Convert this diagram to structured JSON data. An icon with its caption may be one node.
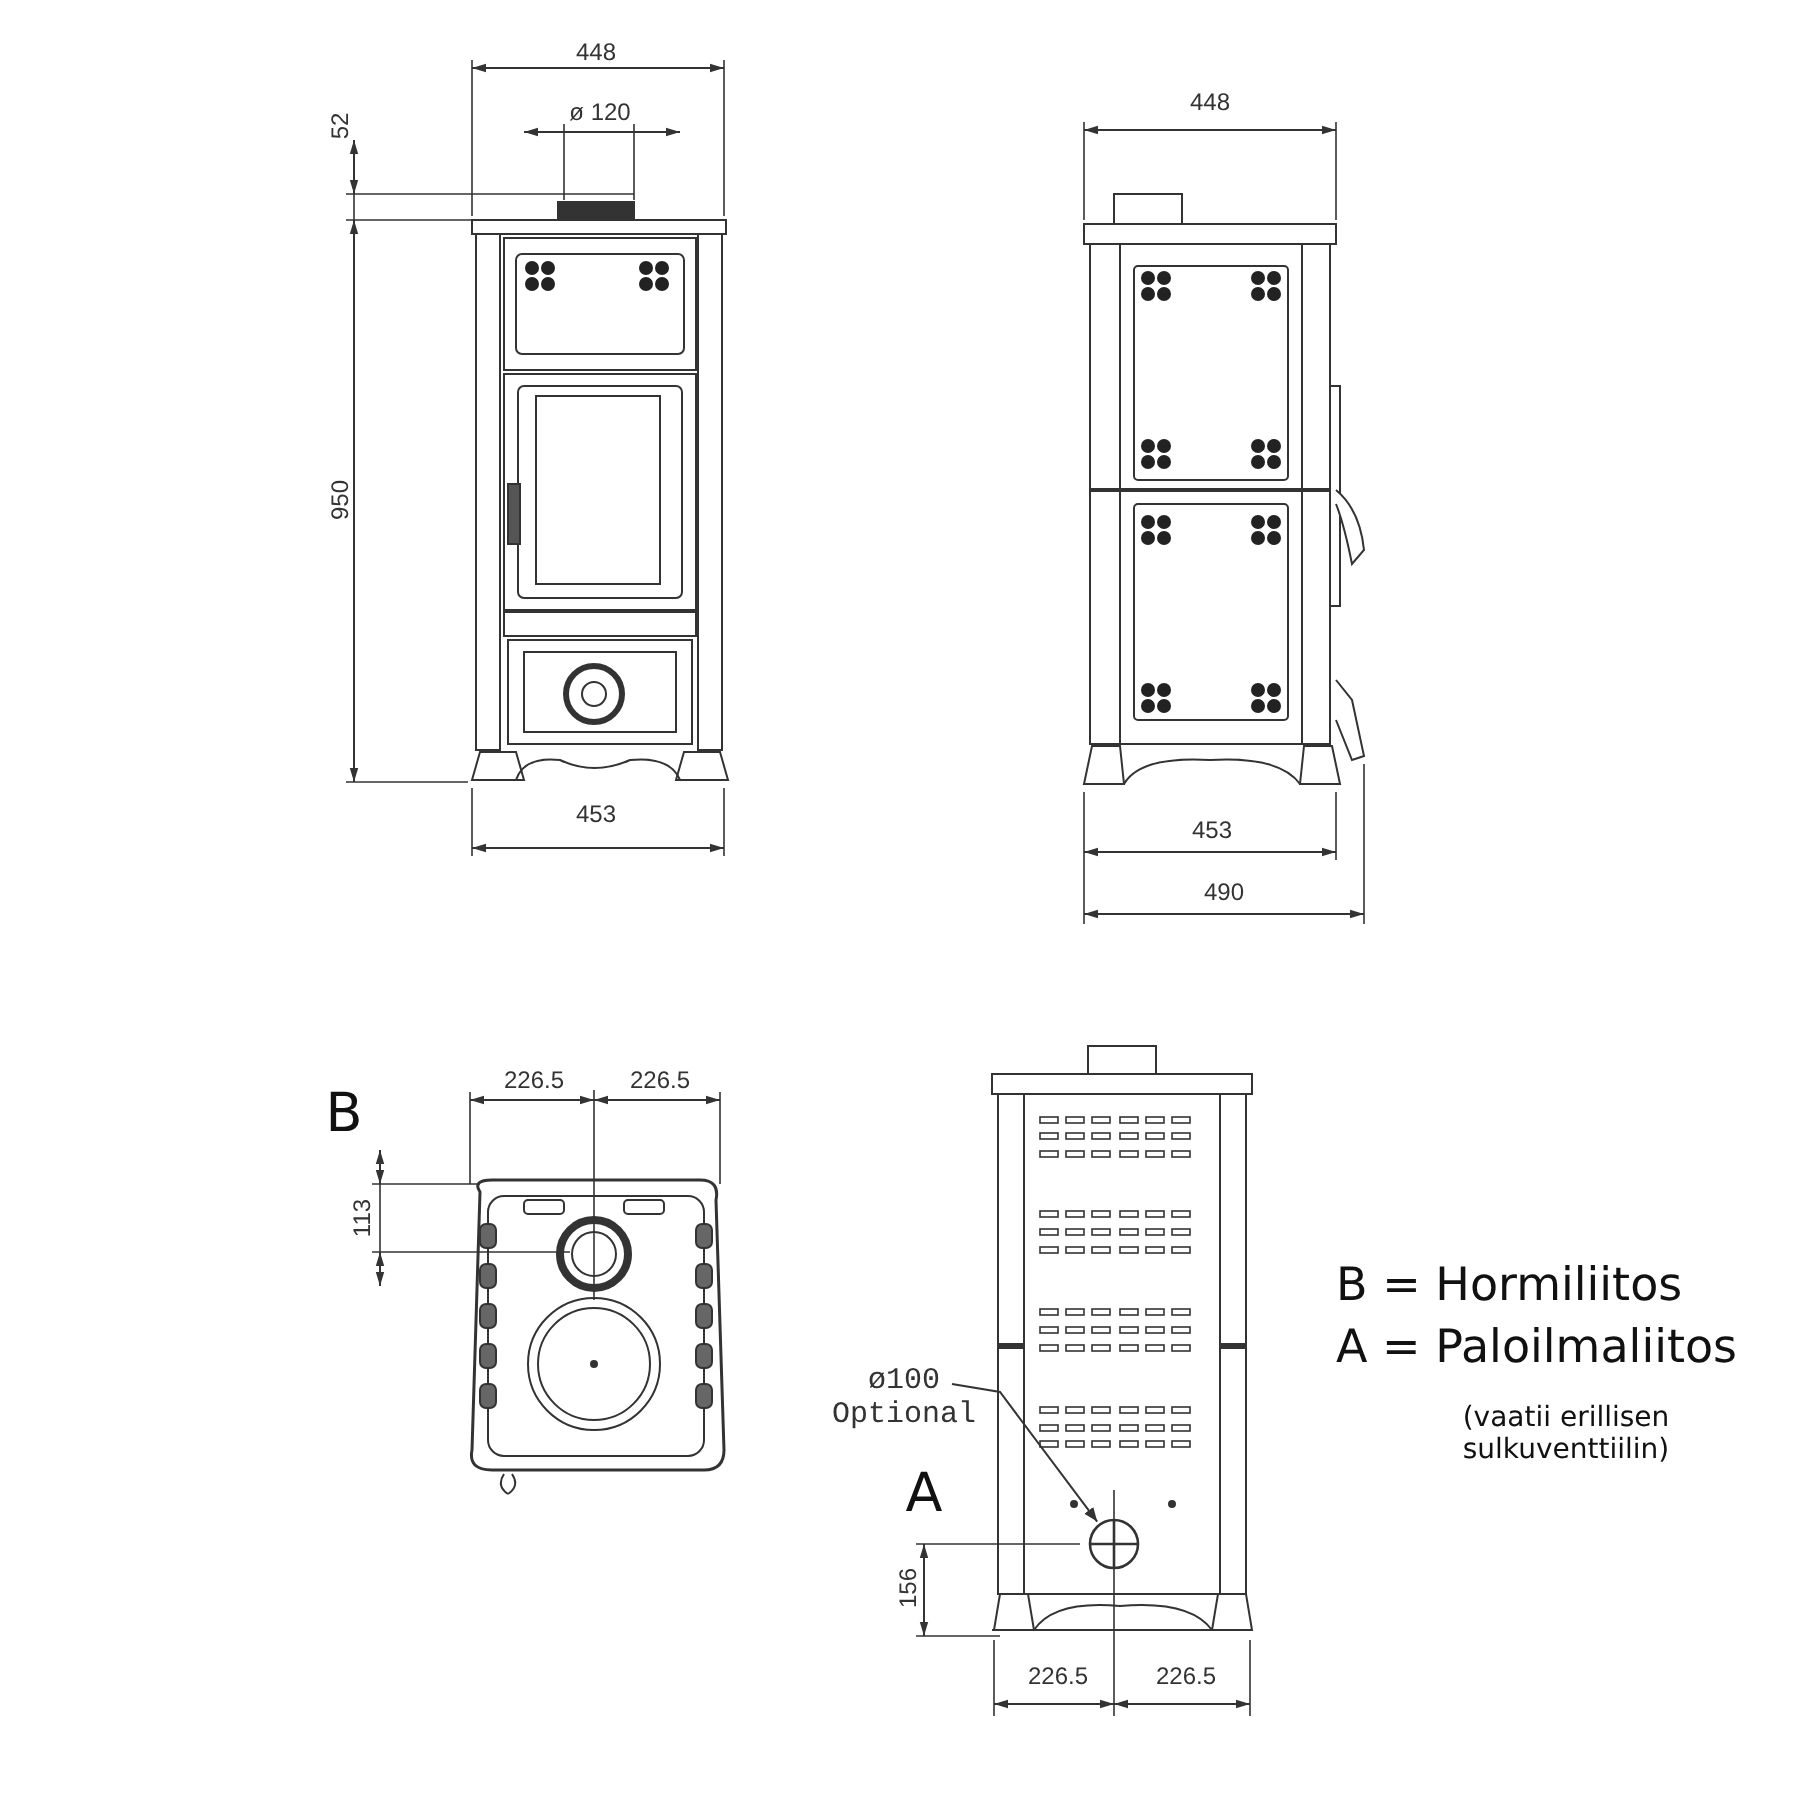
{
  "diagram": {
    "nodes": [
      {
        "text": [
          "ø100 Optional"
        ]
      },
      {
        "text": [],
        "shape": "circle"
      }
    ],
    "edges": [
      {
        "from": 0,
        "to": 1,
        "arrow": "to"
      }
    ],
    "labels": [
      "448",
      "ø 120",
      "52",
      "950",
      "453",
      "448",
      "453",
      "490",
      "B",
      "226.5",
      "226.5",
      "113",
      "A",
      "156",
      "226.5",
      "226.5",
      "B = Hormiliitos",
      "A = Paloilmaliitos",
      "(vaatii erillisen sulkuventtiilin)"
    ]
  }
}
